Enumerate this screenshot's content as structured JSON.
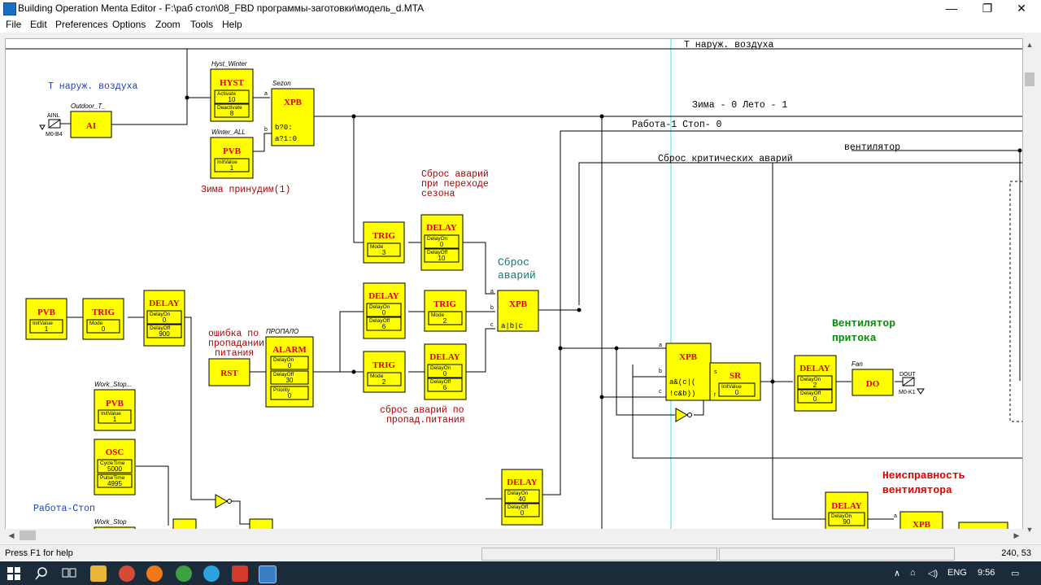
{
  "window": {
    "title": "Building Operation Menta Editor - F:\\раб стол\\08_FBD программы-заготовки\\модель_d.MTA",
    "minimize": "—",
    "maximize": "❐",
    "close": "✕"
  },
  "menu": [
    "File",
    "Edit",
    "Preferences",
    "Options",
    "Zoom",
    "Tools",
    "Help"
  ],
  "labels": {
    "t_outdoor_top": "Т наруж. воздуха",
    "t_outdoor_left": "Т наруж. воздуха",
    "winter_summer": "Зима - 0 Лето - 1",
    "work_standby": "Работа-1 Стоп- 0",
    "reset_critical": "Сброс критических аварий",
    "fan": "вентилятор",
    "winter_force": "Зима принудим(1)",
    "reset_season_1": "Сброс аварий",
    "reset_season_2": "при переходе",
    "reset_season_3": "сезона",
    "reset_alarms_1": "Сброс",
    "reset_alarms_2": "аварий",
    "power_err_1": "ошибка по",
    "power_err_2": "пропадании",
    "power_err_3": "питания",
    "power_reset_1": "сброс аварий по",
    "power_reset_2": "пропад.питания",
    "supply_fan_1": "Вентилятор",
    "supply_fan_2": "притока",
    "fan_fault_1": "Неисправность",
    "fan_fault_2": "вентилятора",
    "work_stop": "Работа-Стоп"
  },
  "blocks": {
    "ai": {
      "title": "AI",
      "name": "Outdoor_T_",
      "io": "AINL",
      "ioaddr": "M0-B4"
    },
    "hyst": {
      "title": "HYST",
      "name": "Hyst_Winter",
      "p1": "Activate",
      "v1": "10",
      "p2": "Deactivate",
      "v2": "8"
    },
    "xpb1": {
      "title": "XPB",
      "name": "Sezon",
      "expr1": "b?0:",
      "expr2": "a?1:0",
      "in_a": "a",
      "in_b": "b"
    },
    "pvb1": {
      "title": "PVB",
      "name": "Winter_ALL",
      "p1": "InitValue",
      "v1": "1"
    },
    "trig1": {
      "title": "TRIG",
      "p1": "Mode",
      "v1": "3"
    },
    "delay1": {
      "title": "DELAY",
      "p1": "DelayOn",
      "v1": "0",
      "p2": "DelayOff",
      "v2": "10"
    },
    "xpb2": {
      "title": "XPB",
      "expr": "a|b|c",
      "in_a": "a",
      "in_b": "b",
      "in_c": "c"
    },
    "pvb2": {
      "title": "PVB",
      "p1": "InitValue",
      "v1": "1"
    },
    "trig2": {
      "title": "TRIG",
      "p1": "Mode",
      "v1": "0"
    },
    "delay2": {
      "title": "DELAY",
      "p1": "DelayOn",
      "v1": "0",
      "p2": "DelayOff",
      "v2": "900"
    },
    "delay3": {
      "title": "DELAY",
      "p1": "DelayOn",
      "v1": "0",
      "p2": "DelayOff",
      "v2": "6"
    },
    "trig3": {
      "title": "TRIG",
      "p1": "Mode",
      "v1": "2"
    },
    "rst": {
      "title": "RST"
    },
    "alarm": {
      "title": "ALARM",
      "name": "ПРОПАЛО",
      "p1": "DelayOn",
      "v1": "0",
      "p2": "DelayOff",
      "v2": "30",
      "p3": "Priority",
      "v3": "0"
    },
    "trig4": {
      "title": "TRIG",
      "p1": "Mode",
      "v1": "2"
    },
    "delay4": {
      "title": "DELAY",
      "p1": "DelayOn",
      "v1": "0",
      "p2": "DelayOff",
      "v2": "6"
    },
    "pvb3": {
      "title": "PVB",
      "name": "Work_Stop...",
      "p1": "InitValue",
      "v1": "1"
    },
    "osc": {
      "title": "OSC",
      "p1": "CycleTime",
      "v1": "5000",
      "p2": "PulseTime",
      "v2": "4995"
    },
    "xpb3": {
      "title": "XPB",
      "expr1": "a&(c|(",
      "expr2": "!c&b))",
      "in_a": "a",
      "in_b": "b",
      "in_c": "c"
    },
    "sr": {
      "title": "SR",
      "p1": "InitValue",
      "v1": "0",
      "in_s": "s",
      "in_r": "r"
    },
    "delay5": {
      "title": "DELAY",
      "p1": "DelayOn",
      "v1": "2",
      "p2": "DelayOff",
      "v2": "0"
    },
    "do": {
      "title": "DO",
      "name": "Fan",
      "io": "DOUT",
      "ioaddr": "M0-K1"
    },
    "delay6": {
      "title": "DELAY",
      "p1": "DelayOn",
      "v1": "40",
      "p2": "DelayOff",
      "v2": "0"
    },
    "delay7": {
      "title": "DELAY",
      "p1": "DelayOn",
      "v1": "90"
    },
    "xpb4": {
      "title": "XPB",
      "in_a": "a"
    },
    "pvb4": {
      "name": "Work_Stop"
    }
  },
  "statusbar": {
    "help": "Press F1 for help",
    "coords": "240, 53"
  },
  "taskbar": {
    "lang": "ENG",
    "time": "9:56"
  },
  "colors": {
    "block_fill": "#ffff00",
    "block_title": "#e00000",
    "wire": "#000000",
    "label_blue": "#1f3fbf",
    "label_red": "#b00000",
    "label_green": "#0a8a0a",
    "label_teal": "#008080",
    "cursor_line": "#40e0e0"
  }
}
